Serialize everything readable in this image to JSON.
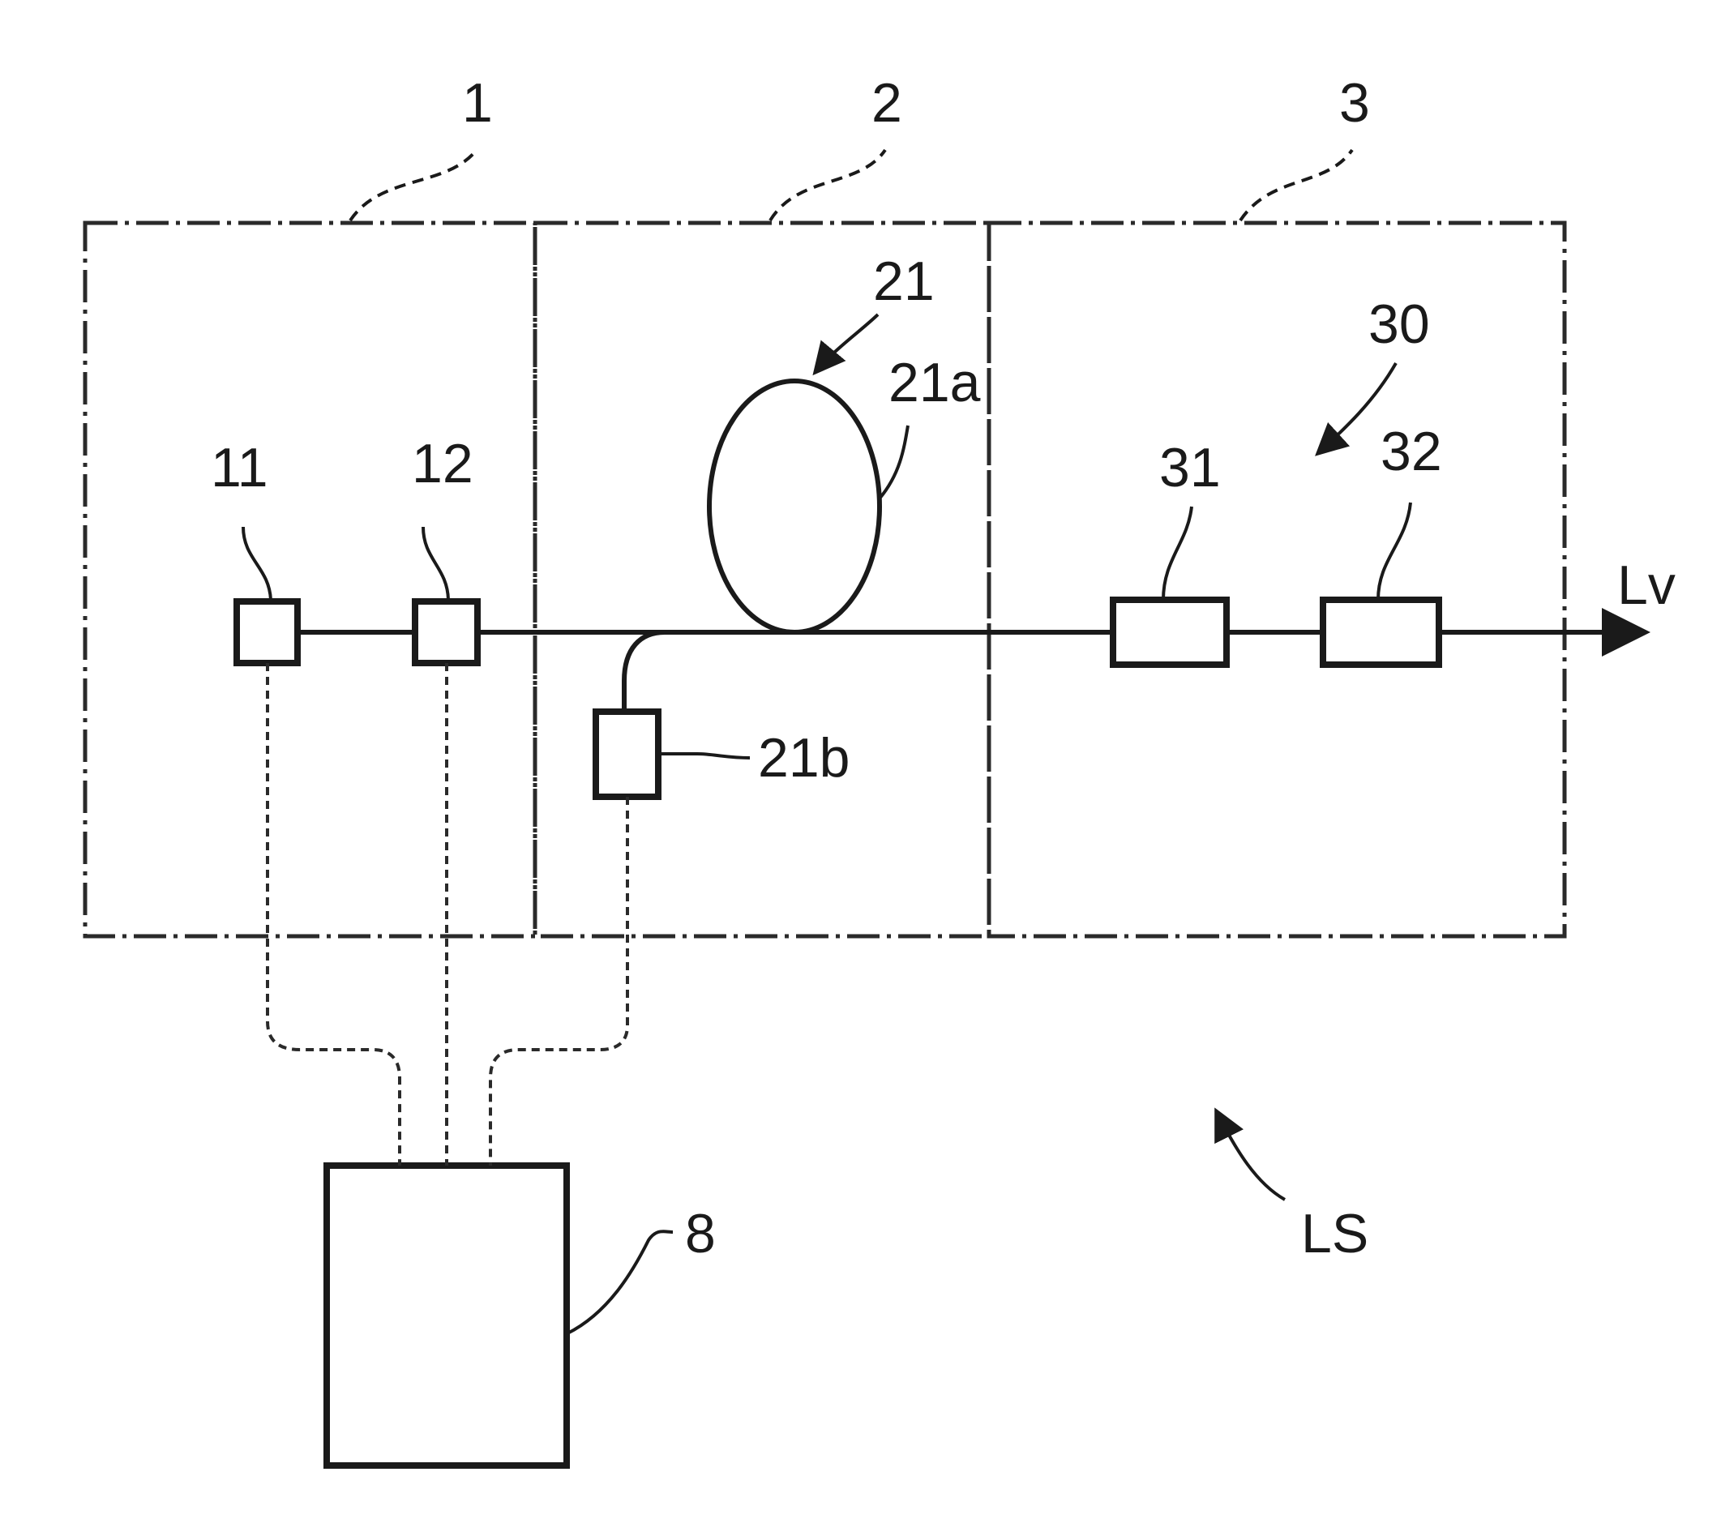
{
  "labels": {
    "section_1": "1",
    "section_2": "2",
    "section_3": "3",
    "component_11": "11",
    "component_12": "12",
    "component_21": "21",
    "component_21a": "21a",
    "component_21b": "21b",
    "component_30": "30",
    "component_31": "31",
    "component_32": "32",
    "output": "Lv",
    "controller": "8",
    "system": "LS"
  },
  "colors": {
    "line": "#1a1a1a",
    "background": "#ffffff"
  }
}
